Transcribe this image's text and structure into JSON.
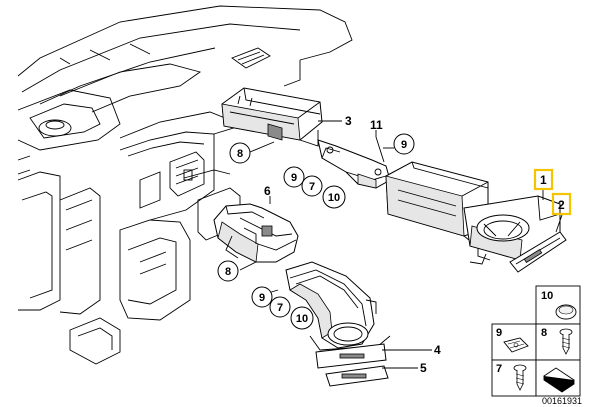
{
  "diagram": {
    "drawing_number": "00161931",
    "highlight_color": "#f5c400",
    "callouts": [
      {
        "id": "c1",
        "text": "1",
        "highlighted": true
      },
      {
        "id": "c2",
        "text": "2",
        "highlighted": true
      },
      {
        "id": "c3",
        "text": "3",
        "highlighted": false
      },
      {
        "id": "c4",
        "text": "4",
        "highlighted": false
      },
      {
        "id": "c5",
        "text": "5",
        "highlighted": false
      },
      {
        "id": "c6",
        "text": "6",
        "highlighted": false
      },
      {
        "id": "c11",
        "text": "11",
        "highlighted": false
      }
    ],
    "circled_refs": [
      {
        "id": "r8a",
        "text": "8"
      },
      {
        "id": "r9a",
        "text": "9"
      },
      {
        "id": "r9b",
        "text": "9"
      },
      {
        "id": "r7a",
        "text": "7"
      },
      {
        "id": "r10a",
        "text": "10"
      },
      {
        "id": "r8b",
        "text": "8"
      },
      {
        "id": "r9c",
        "text": "9"
      },
      {
        "id": "r7b",
        "text": "7"
      },
      {
        "id": "r10b",
        "text": "10"
      }
    ],
    "legend": [
      {
        "id": "l10",
        "text": "10",
        "icon": "round-clip-icon"
      },
      {
        "id": "l9",
        "text": "9",
        "icon": "spring-nut-icon"
      },
      {
        "id": "l8",
        "text": "8",
        "icon": "screw-icon"
      },
      {
        "id": "l7",
        "text": "7",
        "icon": "screw-icon"
      },
      {
        "id": "l0",
        "text": "",
        "icon": "rubber-strip-icon"
      }
    ]
  }
}
